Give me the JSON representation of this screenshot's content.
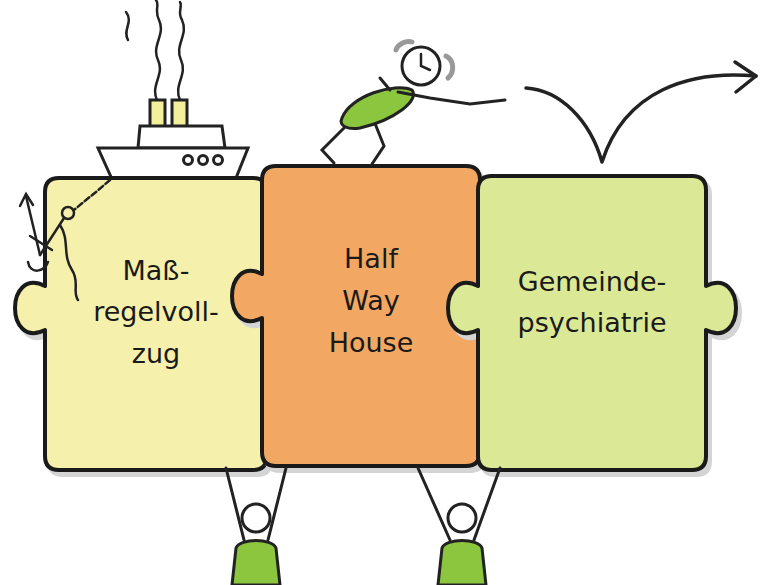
{
  "diagram": {
    "nodes": [
      {
        "text": [
          "Maß- regelvoll- zug"
        ]
      },
      {
        "text": [
          "Half Way House"
        ]
      },
      {
        "text": [
          "Gemeinde- psychiatrie"
        ]
      }
    ]
  }
}
